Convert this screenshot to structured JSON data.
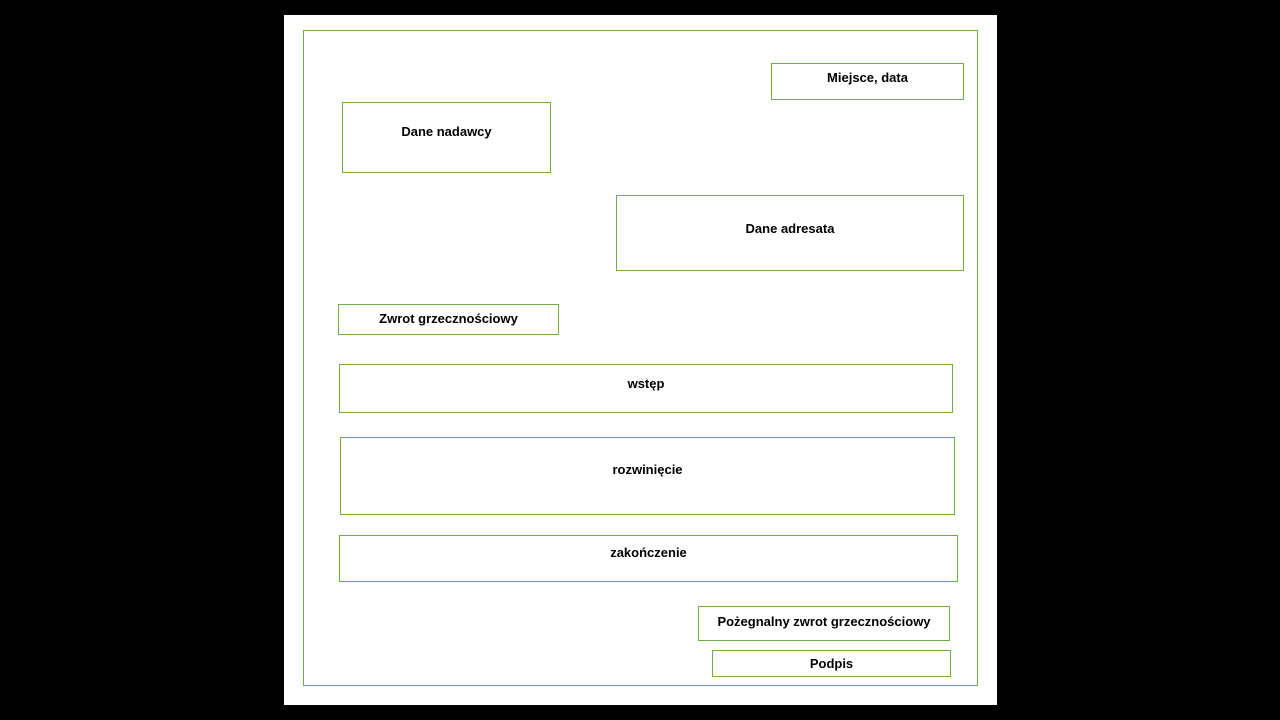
{
  "letter_layout": {
    "colors": {
      "background": "#000000",
      "page": "#ffffff",
      "outline": "#70ad47",
      "text": "#000000"
    },
    "blocks": {
      "place_date": "Miejsce, data",
      "sender": "Dane nadawcy",
      "recipient": "Dane adresata",
      "salutation": "Zwrot grzecznościowy",
      "introduction": "wstęp",
      "body": "rozwinięcie",
      "ending": "zakończenie",
      "closing": "Pożegnalny zwrot grzecznościowy",
      "signature": "Podpis"
    }
  }
}
